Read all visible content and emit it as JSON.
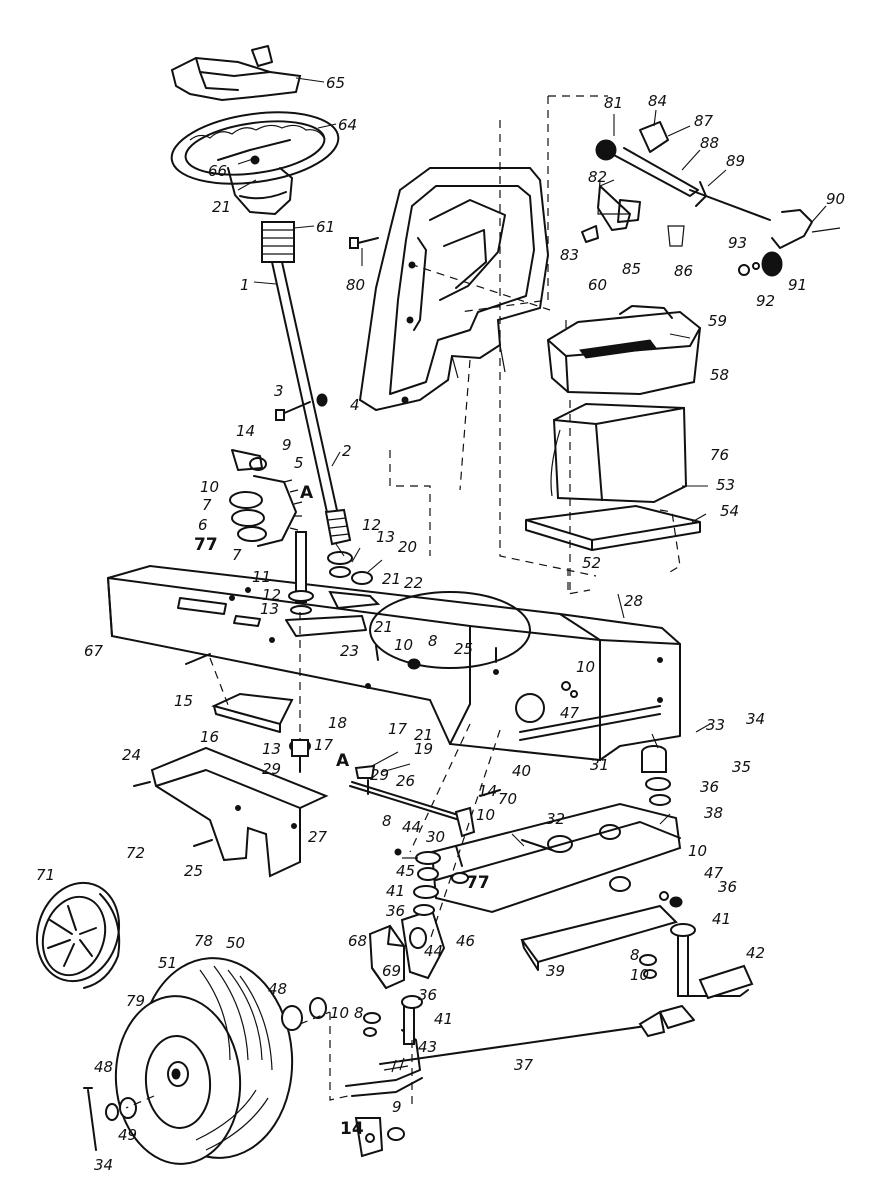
{
  "callouts": [
    {
      "id": "c65",
      "text": "65"
    },
    {
      "id": "c64",
      "text": "64"
    },
    {
      "id": "c66",
      "text": "66"
    },
    {
      "id": "c21a",
      "text": "21"
    },
    {
      "id": "c61",
      "text": "61"
    },
    {
      "id": "c1",
      "text": "1"
    },
    {
      "id": "c80",
      "text": "80"
    },
    {
      "id": "c3",
      "text": "3"
    },
    {
      "id": "c4",
      "text": "4"
    },
    {
      "id": "c2",
      "text": "2"
    },
    {
      "id": "c14a",
      "text": "14"
    },
    {
      "id": "c9a",
      "text": "9"
    },
    {
      "id": "c5",
      "text": "5"
    },
    {
      "id": "c10a",
      "text": "10"
    },
    {
      "id": "cA1",
      "text": "A"
    },
    {
      "id": "c7a",
      "text": "7"
    },
    {
      "id": "c6",
      "text": "6"
    },
    {
      "id": "c77a",
      "text": "77"
    },
    {
      "id": "c7b",
      "text": "7"
    },
    {
      "id": "c12a",
      "text": "12"
    },
    {
      "id": "c13a",
      "text": "13"
    },
    {
      "id": "c20",
      "text": "20"
    },
    {
      "id": "c11",
      "text": "11"
    },
    {
      "id": "c12b",
      "text": "12"
    },
    {
      "id": "c21b",
      "text": "21"
    },
    {
      "id": "c22",
      "text": "22"
    },
    {
      "id": "c13b",
      "text": "13"
    },
    {
      "id": "c21c",
      "text": "21"
    },
    {
      "id": "c67",
      "text": "67"
    },
    {
      "id": "c23",
      "text": "23"
    },
    {
      "id": "c10b",
      "text": "10"
    },
    {
      "id": "c8a",
      "text": "8"
    },
    {
      "id": "c25a",
      "text": "25"
    },
    {
      "id": "c28",
      "text": "28"
    },
    {
      "id": "c15",
      "text": "15"
    },
    {
      "id": "c10c",
      "text": "10"
    },
    {
      "id": "c47a",
      "text": "47"
    },
    {
      "id": "c16",
      "text": "16"
    },
    {
      "id": "c18",
      "text": "18"
    },
    {
      "id": "c17a",
      "text": "17"
    },
    {
      "id": "c21d",
      "text": "21"
    },
    {
      "id": "c13c",
      "text": "13"
    },
    {
      "id": "c17b",
      "text": "17"
    },
    {
      "id": "c19",
      "text": "19"
    },
    {
      "id": "c29a",
      "text": "29"
    },
    {
      "id": "cA2",
      "text": "A"
    },
    {
      "id": "c29b",
      "text": "29"
    },
    {
      "id": "c24",
      "text": "24"
    },
    {
      "id": "c26",
      "text": "26"
    },
    {
      "id": "c40",
      "text": "40"
    },
    {
      "id": "c31",
      "text": "31"
    },
    {
      "id": "c70",
      "text": "70"
    },
    {
      "id": "c33",
      "text": "33"
    },
    {
      "id": "c34a",
      "text": "34"
    },
    {
      "id": "c35",
      "text": "35"
    },
    {
      "id": "c36a",
      "text": "36"
    },
    {
      "id": "c14b",
      "text": "14"
    },
    {
      "id": "c38",
      "text": "38"
    },
    {
      "id": "c27",
      "text": "27"
    },
    {
      "id": "c8b",
      "text": "8"
    },
    {
      "id": "c44a",
      "text": "44"
    },
    {
      "id": "c30",
      "text": "30"
    },
    {
      "id": "c10d",
      "text": "10"
    },
    {
      "id": "c32",
      "text": "32"
    },
    {
      "id": "c25b",
      "text": "25"
    },
    {
      "id": "c45",
      "text": "45"
    },
    {
      "id": "c77b",
      "text": "77"
    },
    {
      "id": "c10e",
      "text": "10"
    },
    {
      "id": "c47b",
      "text": "47"
    },
    {
      "id": "c36b",
      "text": "36"
    },
    {
      "id": "c41a",
      "text": "41"
    },
    {
      "id": "c36c",
      "text": "36"
    },
    {
      "id": "c41b",
      "text": "41"
    },
    {
      "id": "c72",
      "text": "72"
    },
    {
      "id": "c71",
      "text": "71"
    },
    {
      "id": "c68",
      "text": "68"
    },
    {
      "id": "c44b",
      "text": "44"
    },
    {
      "id": "c46",
      "text": "46"
    },
    {
      "id": "c69",
      "text": "69"
    },
    {
      "id": "c8c",
      "text": "8"
    },
    {
      "id": "c42",
      "text": "42"
    },
    {
      "id": "c39",
      "text": "39"
    },
    {
      "id": "c10f",
      "text": "10"
    },
    {
      "id": "c78",
      "text": "78"
    },
    {
      "id": "c50",
      "text": "50"
    },
    {
      "id": "c51",
      "text": "51"
    },
    {
      "id": "c79",
      "text": "79"
    },
    {
      "id": "c36d",
      "text": "36"
    },
    {
      "id": "c48a",
      "text": "48"
    },
    {
      "id": "c10g",
      "text": "10"
    },
    {
      "id": "c8d",
      "text": "8"
    },
    {
      "id": "c41c",
      "text": "41"
    },
    {
      "id": "c43",
      "text": "43"
    },
    {
      "id": "c37",
      "text": "37"
    },
    {
      "id": "c48b",
      "text": "48"
    },
    {
      "id": "c49",
      "text": "49"
    },
    {
      "id": "c34b",
      "text": "34"
    },
    {
      "id": "c14c",
      "text": "14"
    },
    {
      "id": "c9b",
      "text": "9"
    },
    {
      "id": "c81",
      "text": "81"
    },
    {
      "id": "c84",
      "text": "84"
    },
    {
      "id": "c87",
      "text": "87"
    },
    {
      "id": "c88",
      "text": "88"
    },
    {
      "id": "c82",
      "text": "82"
    },
    {
      "id": "c89",
      "text": "89"
    },
    {
      "id": "c90",
      "text": "90"
    },
    {
      "id": "c83",
      "text": "83"
    },
    {
      "id": "c85",
      "text": "85"
    },
    {
      "id": "c86",
      "text": "86"
    },
    {
      "id": "c93",
      "text": "93"
    },
    {
      "id": "c91",
      "text": "91"
    },
    {
      "id": "c92",
      "text": "92"
    },
    {
      "id": "c60",
      "text": "60"
    },
    {
      "id": "c59",
      "text": "59"
    },
    {
      "id": "c58",
      "text": "58"
    },
    {
      "id": "c76",
      "text": "76"
    },
    {
      "id": "c53",
      "text": "53"
    },
    {
      "id": "c54",
      "text": "54"
    },
    {
      "id": "c52",
      "text": "52"
    }
  ]
}
